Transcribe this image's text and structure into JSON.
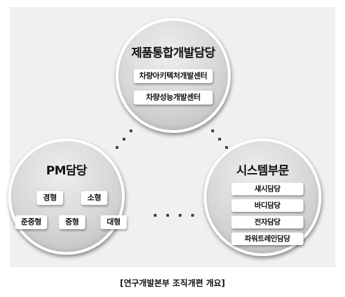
{
  "top_group": {
    "title": "제품통합개발담당",
    "items": [
      "차량아키텍처개발센터",
      "차량성능개발센터"
    ]
  },
  "left_group": {
    "title": "PM담당",
    "items": [
      "경형",
      "소형",
      "준중형",
      "중형",
      "대형"
    ]
  },
  "right_group": {
    "title": "시스템부문",
    "items": [
      "섀시담당",
      "바디담당",
      "전자담당",
      "파워트레인담당"
    ]
  },
  "caption": "[연구개발본부 조직개편 개요]",
  "colors": {
    "background": "#f0f0f0",
    "circle_fill": "#d6d6d6",
    "box_fill": "#ffffff",
    "connector_dots": "#444444"
  }
}
